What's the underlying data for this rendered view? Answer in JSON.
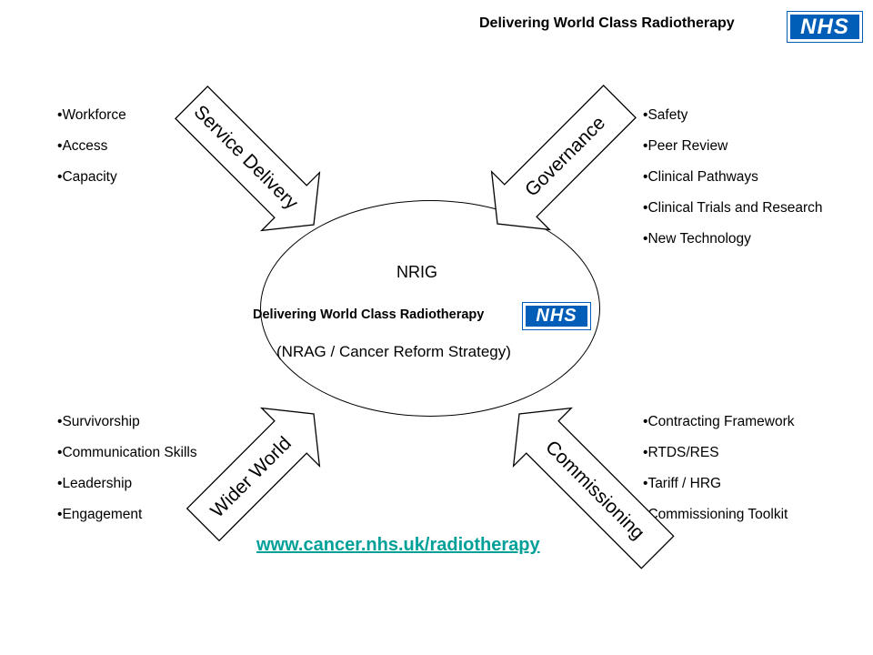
{
  "header": {
    "title": "Delivering World Class Radiotherapy",
    "logo_text": "NHS"
  },
  "arrows": {
    "top_left": "Service Delivery",
    "top_right": "Governance",
    "bottom_left": "Wider World",
    "bottom_right": "Commissioning"
  },
  "lists": {
    "top_left": [
      "Workforce",
      "Access",
      "Capacity"
    ],
    "top_right": [
      "Safety",
      "Peer Review",
      "Clinical Pathways",
      "Clinical Trials and Research",
      "New Technology"
    ],
    "bottom_left": [
      "Survivorship",
      "Communication Skills",
      "Leadership",
      "Engagement"
    ],
    "bottom_right": [
      "Contracting Framework",
      "RTDS/RES",
      "Tariff / HRG",
      "Commissioning Toolkit"
    ]
  },
  "center": {
    "title": "NRIG",
    "program": "Delivering World Class Radiotherapy",
    "logo_text": "NHS",
    "subtitle": "(NRAG / Cancer Reform Strategy)"
  },
  "footer": {
    "link": "www.cancer.nhs.uk/radiotherapy"
  },
  "colors": {
    "nhs_blue": "#005EB8",
    "link": "#00A099"
  }
}
